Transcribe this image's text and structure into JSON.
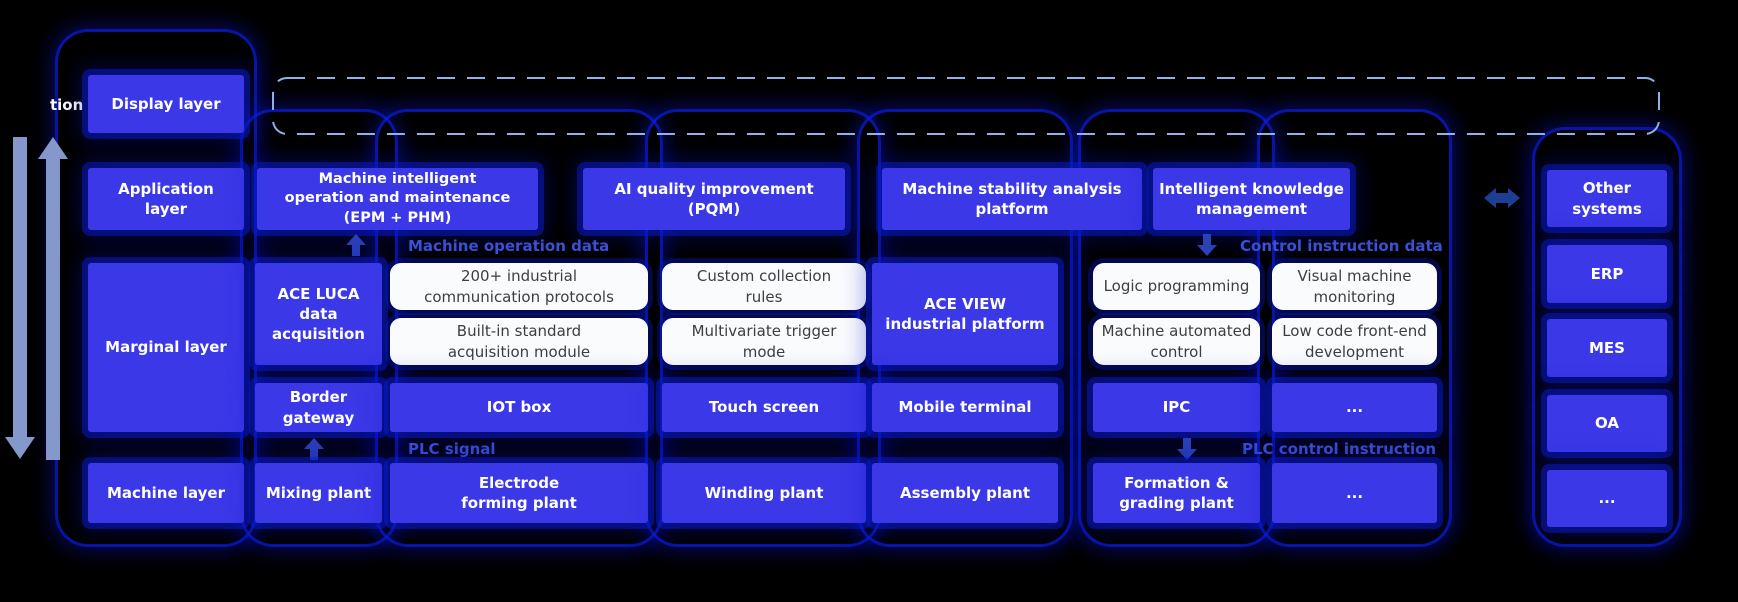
{
  "left_annotation": {
    "cropped_label": "tion"
  },
  "layers": {
    "display": "Display layer",
    "application": "Application layer",
    "marginal": "Marginal layer",
    "machine": "Machine layer"
  },
  "application_row": {
    "epm_phm": "Machine intelligent operation and maintenance (EPM + PHM)",
    "pqm": "AI quality improvement (PQM)",
    "stability": "Machine stability analysis platform",
    "knowledge": "Intelligent knowledge management",
    "other_systems": "Other systems"
  },
  "flow_labels": {
    "machine_operation_data": "Machine operation data",
    "control_instruction_data": "Control instruction data",
    "plc_signal": "PLC signal",
    "plc_control_instruction": "PLC control instruction"
  },
  "marginal_row": {
    "ace_luca": "ACE LUCA data acquisition",
    "protocols": "200+ industrial communication protocols",
    "builtin_module": "Built-in standard acquisition module",
    "custom_rules": "Custom collection rules",
    "trigger_mode": "Multivariate trigger mode",
    "ace_view": "ACE VIEW industrial platform",
    "logic_programming": "Logic programming",
    "auto_control": "Machine automated control",
    "visual_monitoring": "Visual machine monitoring",
    "low_code": "Low code front-end development"
  },
  "device_row": {
    "border_gateway": "Border gateway",
    "iot_box": "IOT box",
    "touch_screen": "Touch screen",
    "mobile_terminal": "Mobile terminal",
    "ipc": "IPC",
    "more": "..."
  },
  "machine_row": {
    "mixing": "Mixing plant",
    "electrode": "Electrode forming plant",
    "winding": "Winding plant",
    "assembly": "Assembly plant",
    "formation": "Formation & grading plant",
    "more": "..."
  },
  "right_column": {
    "erp": "ERP",
    "mes": "MES",
    "oa": "OA",
    "more": "..."
  },
  "colors": {
    "box_blue": "#3b38e8",
    "pill_navy": "#050c56",
    "white_box": "#fafbfd",
    "flow_label_blue": "#3a50d5",
    "dashed_border": "#8fb3e8",
    "side_arrow": "#8598cb",
    "link_arrow": "#1c3f94",
    "background": "#000000"
  }
}
